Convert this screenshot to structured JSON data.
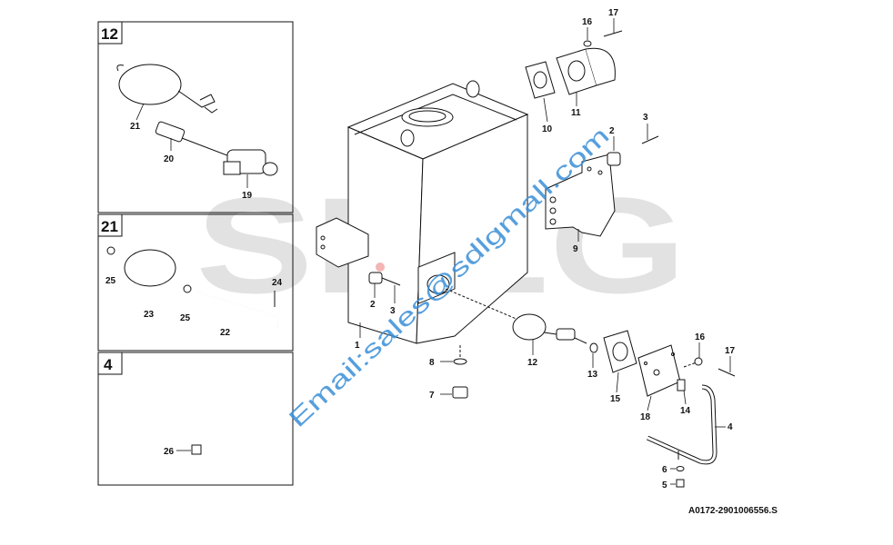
{
  "watermark": {
    "logo": "SDLG",
    "email": "Email:sales@sdlgmall.com"
  },
  "reference_code": "A0172-2901006556.S",
  "insets": [
    {
      "id": "12",
      "label": "12",
      "callouts": [
        "21",
        "20",
        "19"
      ]
    },
    {
      "id": "21",
      "label": "21",
      "callouts": [
        "25",
        "23",
        "25",
        "22",
        "24"
      ]
    },
    {
      "id": "4",
      "label": "4",
      "callouts": [
        "26"
      ]
    }
  ],
  "callouts": {
    "c1": "1",
    "c2a": "2",
    "c3a": "3",
    "c2b": "2",
    "c3b": "3",
    "c4": "4",
    "c5": "5",
    "c6": "6",
    "c7": "7",
    "c8": "8",
    "c9": "9",
    "c10": "10",
    "c11": "11",
    "c12": "12",
    "c13": "13",
    "c14": "14",
    "c15": "15",
    "c16a": "16",
    "c17a": "17",
    "c16b": "16",
    "c17b": "17",
    "c18": "18"
  }
}
